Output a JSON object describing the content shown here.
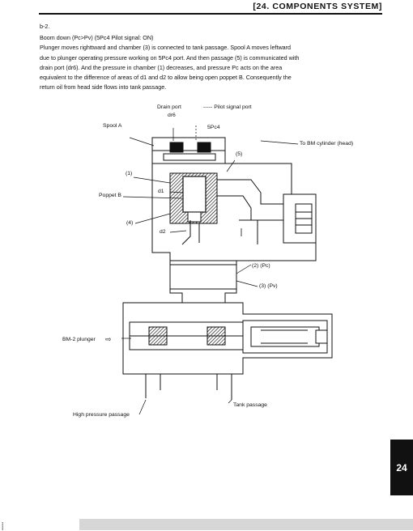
{
  "header": {
    "title": "[24.  COMPONENTS SYSTEM]"
  },
  "body": {
    "section": "b-2.",
    "heading": "Boom down (Pc>Pv) (5Pc4 Pilot signal: ON)",
    "paragraph_lines": [
      "Plunger moves righttward and chamber (3) is connected to tank passage. Spool A moves leftward",
      "due to plunger operating pressure working on 5Pc4 port. And then passage (5) is communicated with",
      "drain port (dr6). And the pressure in chamber (1) decreases, and  pressure Pc acts on the area",
      "equivalent to the difference of areas of d1 and d2 to allow being open poppet B. Consequently the",
      "return oil from head side flows into tank passage."
    ]
  },
  "diagram": {
    "labels": {
      "drain_port": "Drain port",
      "dr6": "dr6",
      "pilot_signal_port": "----- Pilot signal port",
      "pc4": "5Pc4",
      "spool_a": "Spool A",
      "to_bm_cylinder": "To BM cylinder (head)",
      "p5": "(5)",
      "p1": "(1)",
      "d1": "d1",
      "poppet_b": "Poppet B",
      "p4": "(4)",
      "d2": "d2",
      "p2pc": "(2) (Pc)",
      "p3pv": "(3) (Pv)",
      "bm2_plunger": "BM-2 plunger",
      "tank_passage": "Tank passage",
      "high_pressure_passage": "High pressure passage"
    }
  },
  "page_tab": {
    "number": "24"
  },
  "footer": {
    "corner_text": "⸽"
  }
}
